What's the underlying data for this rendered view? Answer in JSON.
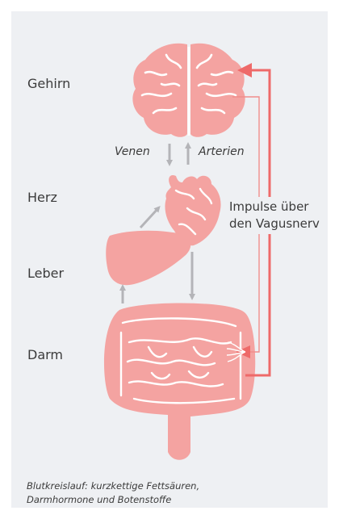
{
  "labels": {
    "brain": "Gehirn",
    "heart": "Herz",
    "liver": "Leber",
    "gut": "Darm",
    "veins": "Venen",
    "arteries": "Arterien"
  },
  "impulse": {
    "line1": "Impulse über",
    "line2": "den Vagusnerv"
  },
  "caption": {
    "line1": "Blutkreislauf: kurzkettige Fettsäuren,",
    "line2": "Darmhormone und Botenstoffe"
  },
  "colors": {
    "organ_fill": "#f4a3a1",
    "organ_line": "#ffffff",
    "nerve_red": "#ee6a69",
    "nerve_light": "#f08e8c",
    "arrow_gray": "#b4b4b8",
    "panel_bg": "#eef0f3",
    "text": "#3b3b3b"
  }
}
